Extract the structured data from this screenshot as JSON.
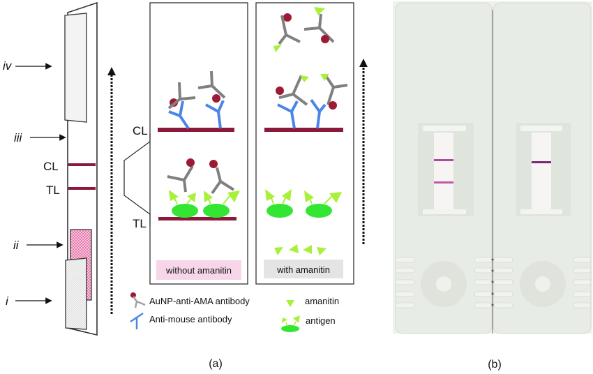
{
  "strip": {
    "labels": {
      "iv": "iv",
      "iii": "iii",
      "cl": "CL",
      "tl": "TL",
      "ii": "ii",
      "i": "i"
    }
  },
  "panels": {
    "without": {
      "label": "without amanitin",
      "bg": "#f6d6e8"
    },
    "with": {
      "label": "with amanitin",
      "bg": "#e4e4e4"
    },
    "cl_label": "CL",
    "tl_label": "TL"
  },
  "legend": {
    "aunp": "AuNP-anti-AMA antibody",
    "antimouse": "Anti-mouse antibody",
    "amanitin": "amanitin",
    "antigen": "antigen"
  },
  "captions": {
    "a": "(a)",
    "b": "(b)"
  },
  "colors": {
    "line": "#8b1a3a",
    "aunp": "#9b1b35",
    "antibody_gray": "#808080",
    "antimouse_blue": "#4a86e8",
    "antigen_green": "#33e633",
    "amanitin_green": "#a8f03c",
    "pad_pink": "#e8609a"
  }
}
